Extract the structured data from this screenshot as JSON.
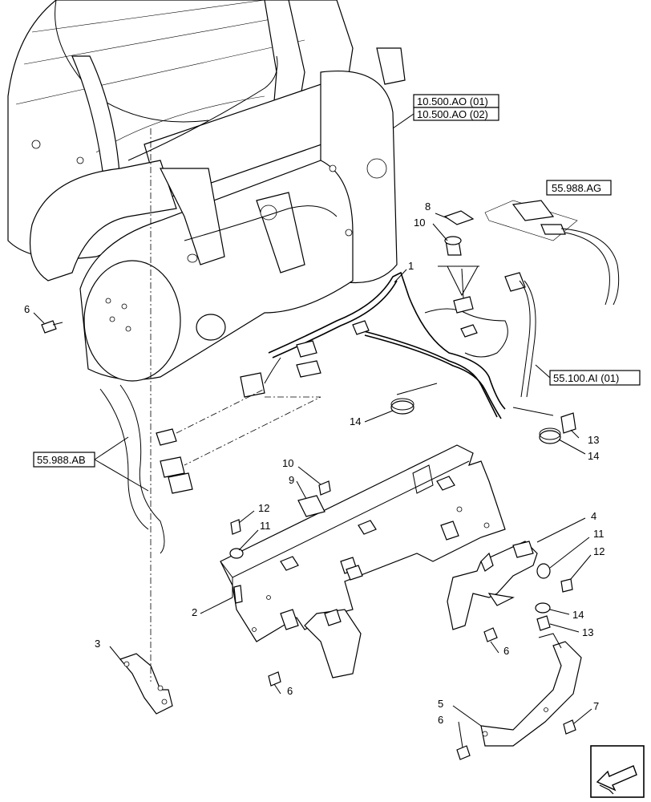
{
  "callouts": [
    {
      "id": "c1",
      "text": "1"
    },
    {
      "id": "c2",
      "text": "2"
    },
    {
      "id": "c3",
      "text": "3"
    },
    {
      "id": "c4",
      "text": "4"
    },
    {
      "id": "c5",
      "text": "5"
    },
    {
      "id": "c6a",
      "text": "6"
    },
    {
      "id": "c6b",
      "text": "6"
    },
    {
      "id": "c6c",
      "text": "6"
    },
    {
      "id": "c6d",
      "text": "6"
    },
    {
      "id": "c7",
      "text": "7"
    },
    {
      "id": "c8",
      "text": "8"
    },
    {
      "id": "c9",
      "text": "9"
    },
    {
      "id": "c10a",
      "text": "10"
    },
    {
      "id": "c10b",
      "text": "10"
    },
    {
      "id": "c11a",
      "text": "11"
    },
    {
      "id": "c11b",
      "text": "11"
    },
    {
      "id": "c12a",
      "text": "12"
    },
    {
      "id": "c12b",
      "text": "12"
    },
    {
      "id": "c13a",
      "text": "13"
    },
    {
      "id": "c13b",
      "text": "13"
    },
    {
      "id": "c14a",
      "text": "14"
    },
    {
      "id": "c14b",
      "text": "14"
    },
    {
      "id": "c14c",
      "text": "14"
    }
  ],
  "references": {
    "exhaust_1": "10.500.AO (01)",
    "exhaust_2": "10.500.AO (02)",
    "sensor": "55.988.AG",
    "harness_link": "55.100.AI (01)",
    "connectors": "55.988.AB"
  },
  "nav": {
    "icon": "next-page-arrow-icon"
  }
}
